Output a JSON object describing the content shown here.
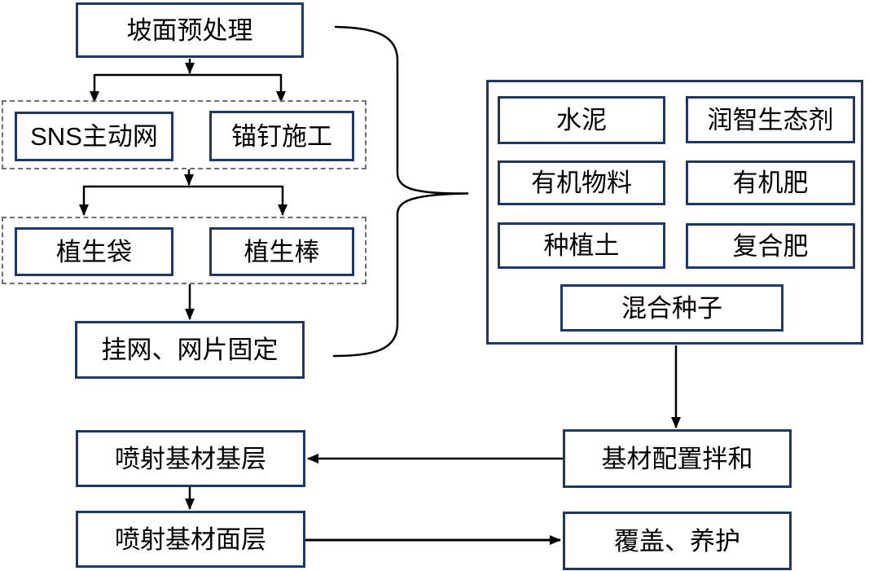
{
  "diagram": {
    "type": "flowchart",
    "nodes": {
      "slope_pretreatment": "坡面预处理",
      "sns_active_net": "SNS主动网",
      "anchor_construction": "锚钉施工",
      "vegetation_bag": "植生袋",
      "vegetation_rod": "植生棒",
      "net_fixing": "挂网、网片固定",
      "cement": "水泥",
      "eco_agent": "润智生态剂",
      "organic_material": "有机物料",
      "organic_fertilizer": "有机肥",
      "planting_soil": "种植土",
      "compound_fertilizer": "复合肥",
      "mixed_seeds": "混合种子",
      "spray_base_layer": "喷射基材基层",
      "substrate_mixing": "基材配置拌和",
      "spray_surface_layer": "喷射基材面层",
      "cover_maintenance": "覆盖、养护"
    },
    "colors": {
      "box_border": "#1f3864",
      "dashed_border": "#6e6e6e",
      "connector": "#000000",
      "background": "#ffffff",
      "text": "#000000"
    }
  }
}
